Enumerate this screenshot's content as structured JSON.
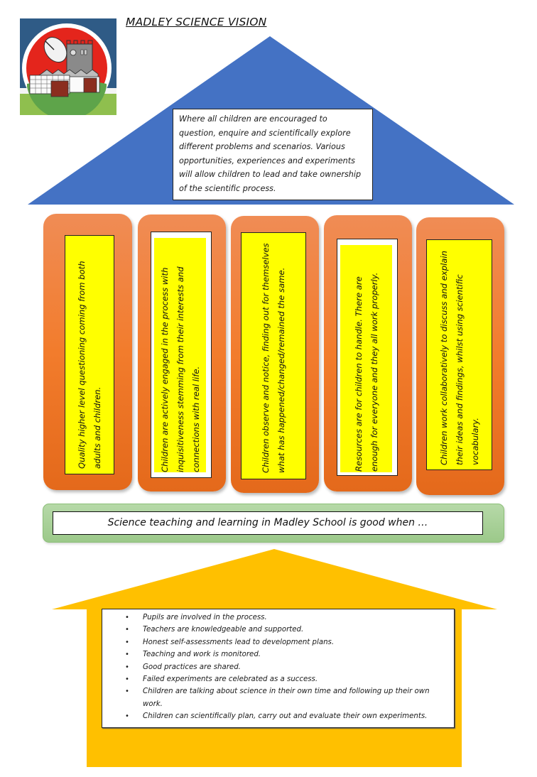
{
  "title": "MADLEY SCIENCE VISION",
  "logo": {
    "icon": "madley-school-logo",
    "colors": {
      "sky": "#2f5b86",
      "circle": "#e4251c",
      "ring": "#ffffff",
      "grass": "#5ea44a"
    }
  },
  "roof": {
    "color": "#4472c4",
    "vision_text": "Where all children are encouraged to question, enquire and scientifically explore different problems and scenarios.  Various opportunities, experiences and experiments will allow children to lead and take ownership of the scientific process."
  },
  "pillars": [
    {
      "text": "Quality higher level questioning coming from both adults and children.",
      "framed": false
    },
    {
      "text": "Children are actively engaged in the process with inquisitiveness stemming from their interests and connections with real life.",
      "framed": true
    },
    {
      "text": "Children observe and notice, finding out for themselves what has happened/changed/remained the same.",
      "framed": false
    },
    {
      "text": "Resources are for children to handle. There are enough for everyone and they all work properly.",
      "framed": true
    },
    {
      "text": "Children work collaboratively to discuss and explain their ideas and findings, whilst using scientific vocabulary.",
      "framed": false
    }
  ],
  "pillar_colors": {
    "top": "#f08c55",
    "bottom": "#e4691b",
    "label_bg": "#ffff00"
  },
  "banner": {
    "text": "Science teaching and learning in Madley School is good when …",
    "color": "#a9d18e"
  },
  "foundation": {
    "color": "#ffc000",
    "bullet_glyph": "•",
    "items": [
      "Pupils are involved in the process.",
      "Teachers are knowledgeable and supported.",
      "Honest self-assessments lead to development plans.",
      "Teaching and work is monitored.",
      "Good practices are shared.",
      "Failed experiments are celebrated as a success.",
      "Children are talking about science in their own time and following up their own work.",
      "Children can scientifically plan, carry out and evaluate their own experiments."
    ]
  }
}
